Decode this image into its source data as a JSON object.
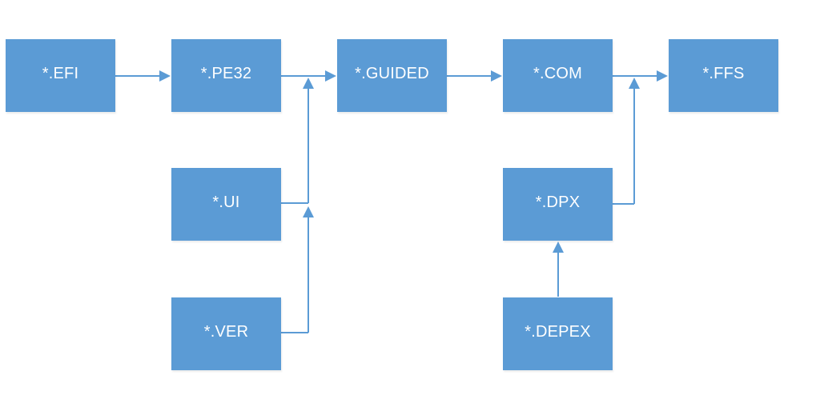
{
  "diagram": {
    "nodes": {
      "efi": "*.EFI",
      "pe32": "*.PE32",
      "guided": "*.GUIDED",
      "com": "*.COM",
      "ffs": "*.FFS",
      "ui": "*.UI",
      "ver": "*.VER",
      "dpx": "*.DPX",
      "depex": "*.DEPEX"
    },
    "edges": [
      {
        "from": "efi",
        "to": "pe32"
      },
      {
        "from": "pe32",
        "to": "guided"
      },
      {
        "from": "ui",
        "to": "guided"
      },
      {
        "from": "ver",
        "to": "guided"
      },
      {
        "from": "guided",
        "to": "com"
      },
      {
        "from": "com",
        "to": "ffs"
      },
      {
        "from": "dpx",
        "to": "ffs"
      },
      {
        "from": "depex",
        "to": "dpx"
      }
    ],
    "colors": {
      "node_fill": "#5b9bd5",
      "node_text": "#ffffff",
      "connector": "#5b9bd5",
      "background": "#ffffff"
    }
  }
}
